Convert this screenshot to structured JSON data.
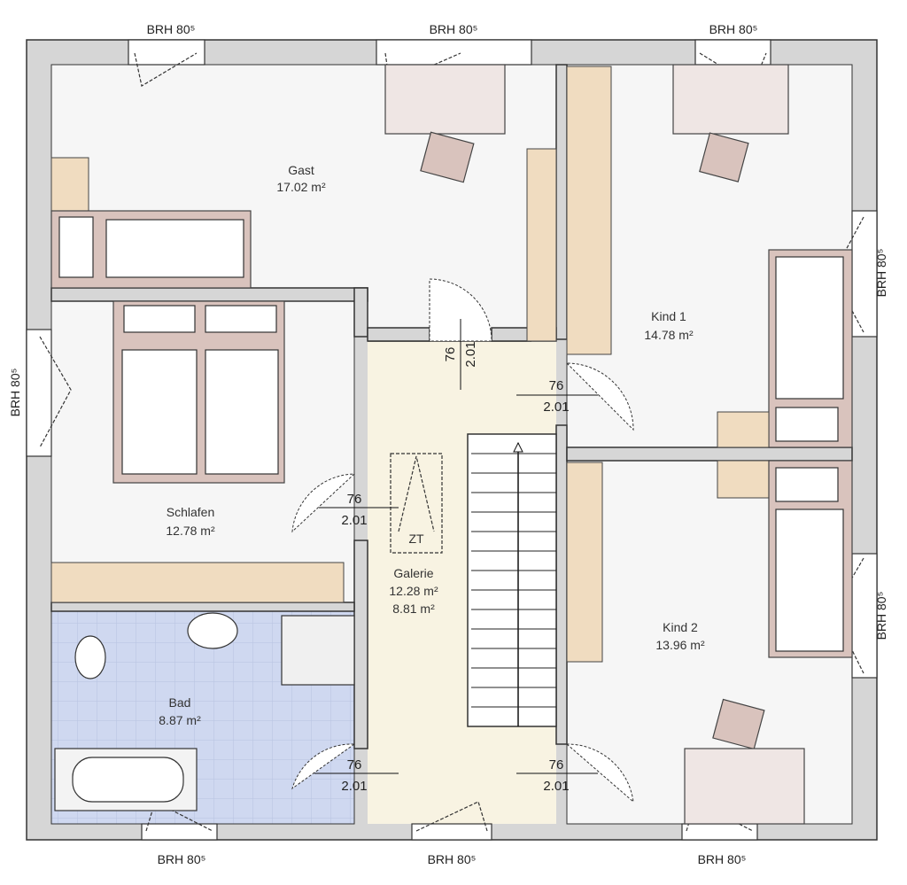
{
  "rooms": {
    "gast": {
      "name": "Gast",
      "area": "17.02 m²"
    },
    "kind1": {
      "name": "Kind 1",
      "area": "14.78 m²"
    },
    "schlafen": {
      "name": "Schlafen",
      "area": "12.78 m²"
    },
    "galerie": {
      "name": "Galerie",
      "area": "12.28 m²",
      "area2": "8.81 m²"
    },
    "kind2": {
      "name": "Kind 2",
      "area": "13.96 m²"
    },
    "bad": {
      "name": "Bad",
      "area": "8.87 m²"
    }
  },
  "windows": {
    "label": "BRH 80⁵"
  },
  "doors": {
    "width": "76",
    "height": "2.01"
  },
  "attic_hatch": {
    "label": "ZT"
  },
  "colors": {
    "wall": "#d6d6d6",
    "floor": "#f7f7f7",
    "hall": "#f8f3e2",
    "bath": "#cfd8f0",
    "wood": "#f0dcc0",
    "bed": "#d9c3bd"
  }
}
